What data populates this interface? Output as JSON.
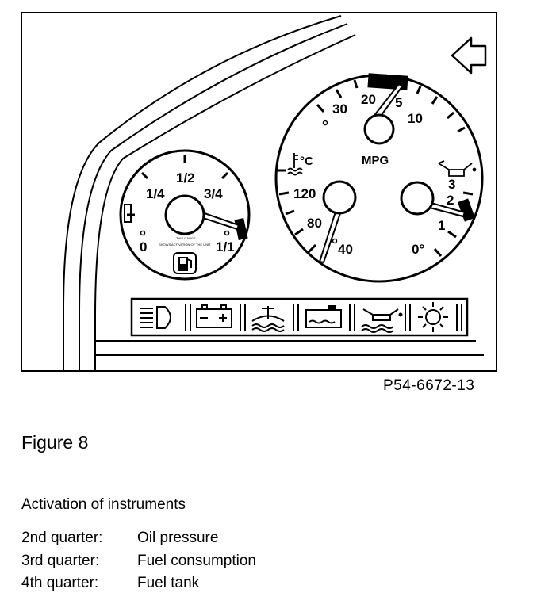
{
  "figure": {
    "reference_code": "P54-6672-13",
    "title": "Figure 8",
    "direction_arrow": "left-arrow-icon"
  },
  "fuel_gauge": {
    "labels": {
      "zero": "0",
      "quarter": "1/4",
      "half": "1/2",
      "three_quarter": "3/4",
      "full": "1/1"
    },
    "fine_print_line1": "THIS GAUGE",
    "fine_print_line2": "SHOWS ACTIVATION OF THE UNIT",
    "icon": "fuel-pump-icon"
  },
  "main_gauge": {
    "mpg": {
      "label": "MPG",
      "ticks": [
        "30",
        "20",
        "5",
        "10"
      ]
    },
    "temperature": {
      "unit_label": "°C",
      "ticks": [
        "120",
        "80",
        "40"
      ]
    },
    "oil_pressure": {
      "ticks": [
        "3",
        "2",
        "1",
        "0"
      ],
      "zero_label": "0°"
    }
  },
  "warning_strip": {
    "icons": [
      "headlight-icon",
      "battery-icon",
      "coolant-level-icon",
      "washer-fluid-icon",
      "oil-level-icon",
      "bulb-failure-icon"
    ]
  },
  "caption": {
    "heading": "Activation of instruments",
    "rows": [
      {
        "quarter": "2nd quarter:",
        "instrument": "Oil pressure"
      },
      {
        "quarter": "3rd quarter:",
        "instrument": "Fuel consumption"
      },
      {
        "quarter": "4th quarter:",
        "instrument": "Fuel tank"
      }
    ]
  }
}
